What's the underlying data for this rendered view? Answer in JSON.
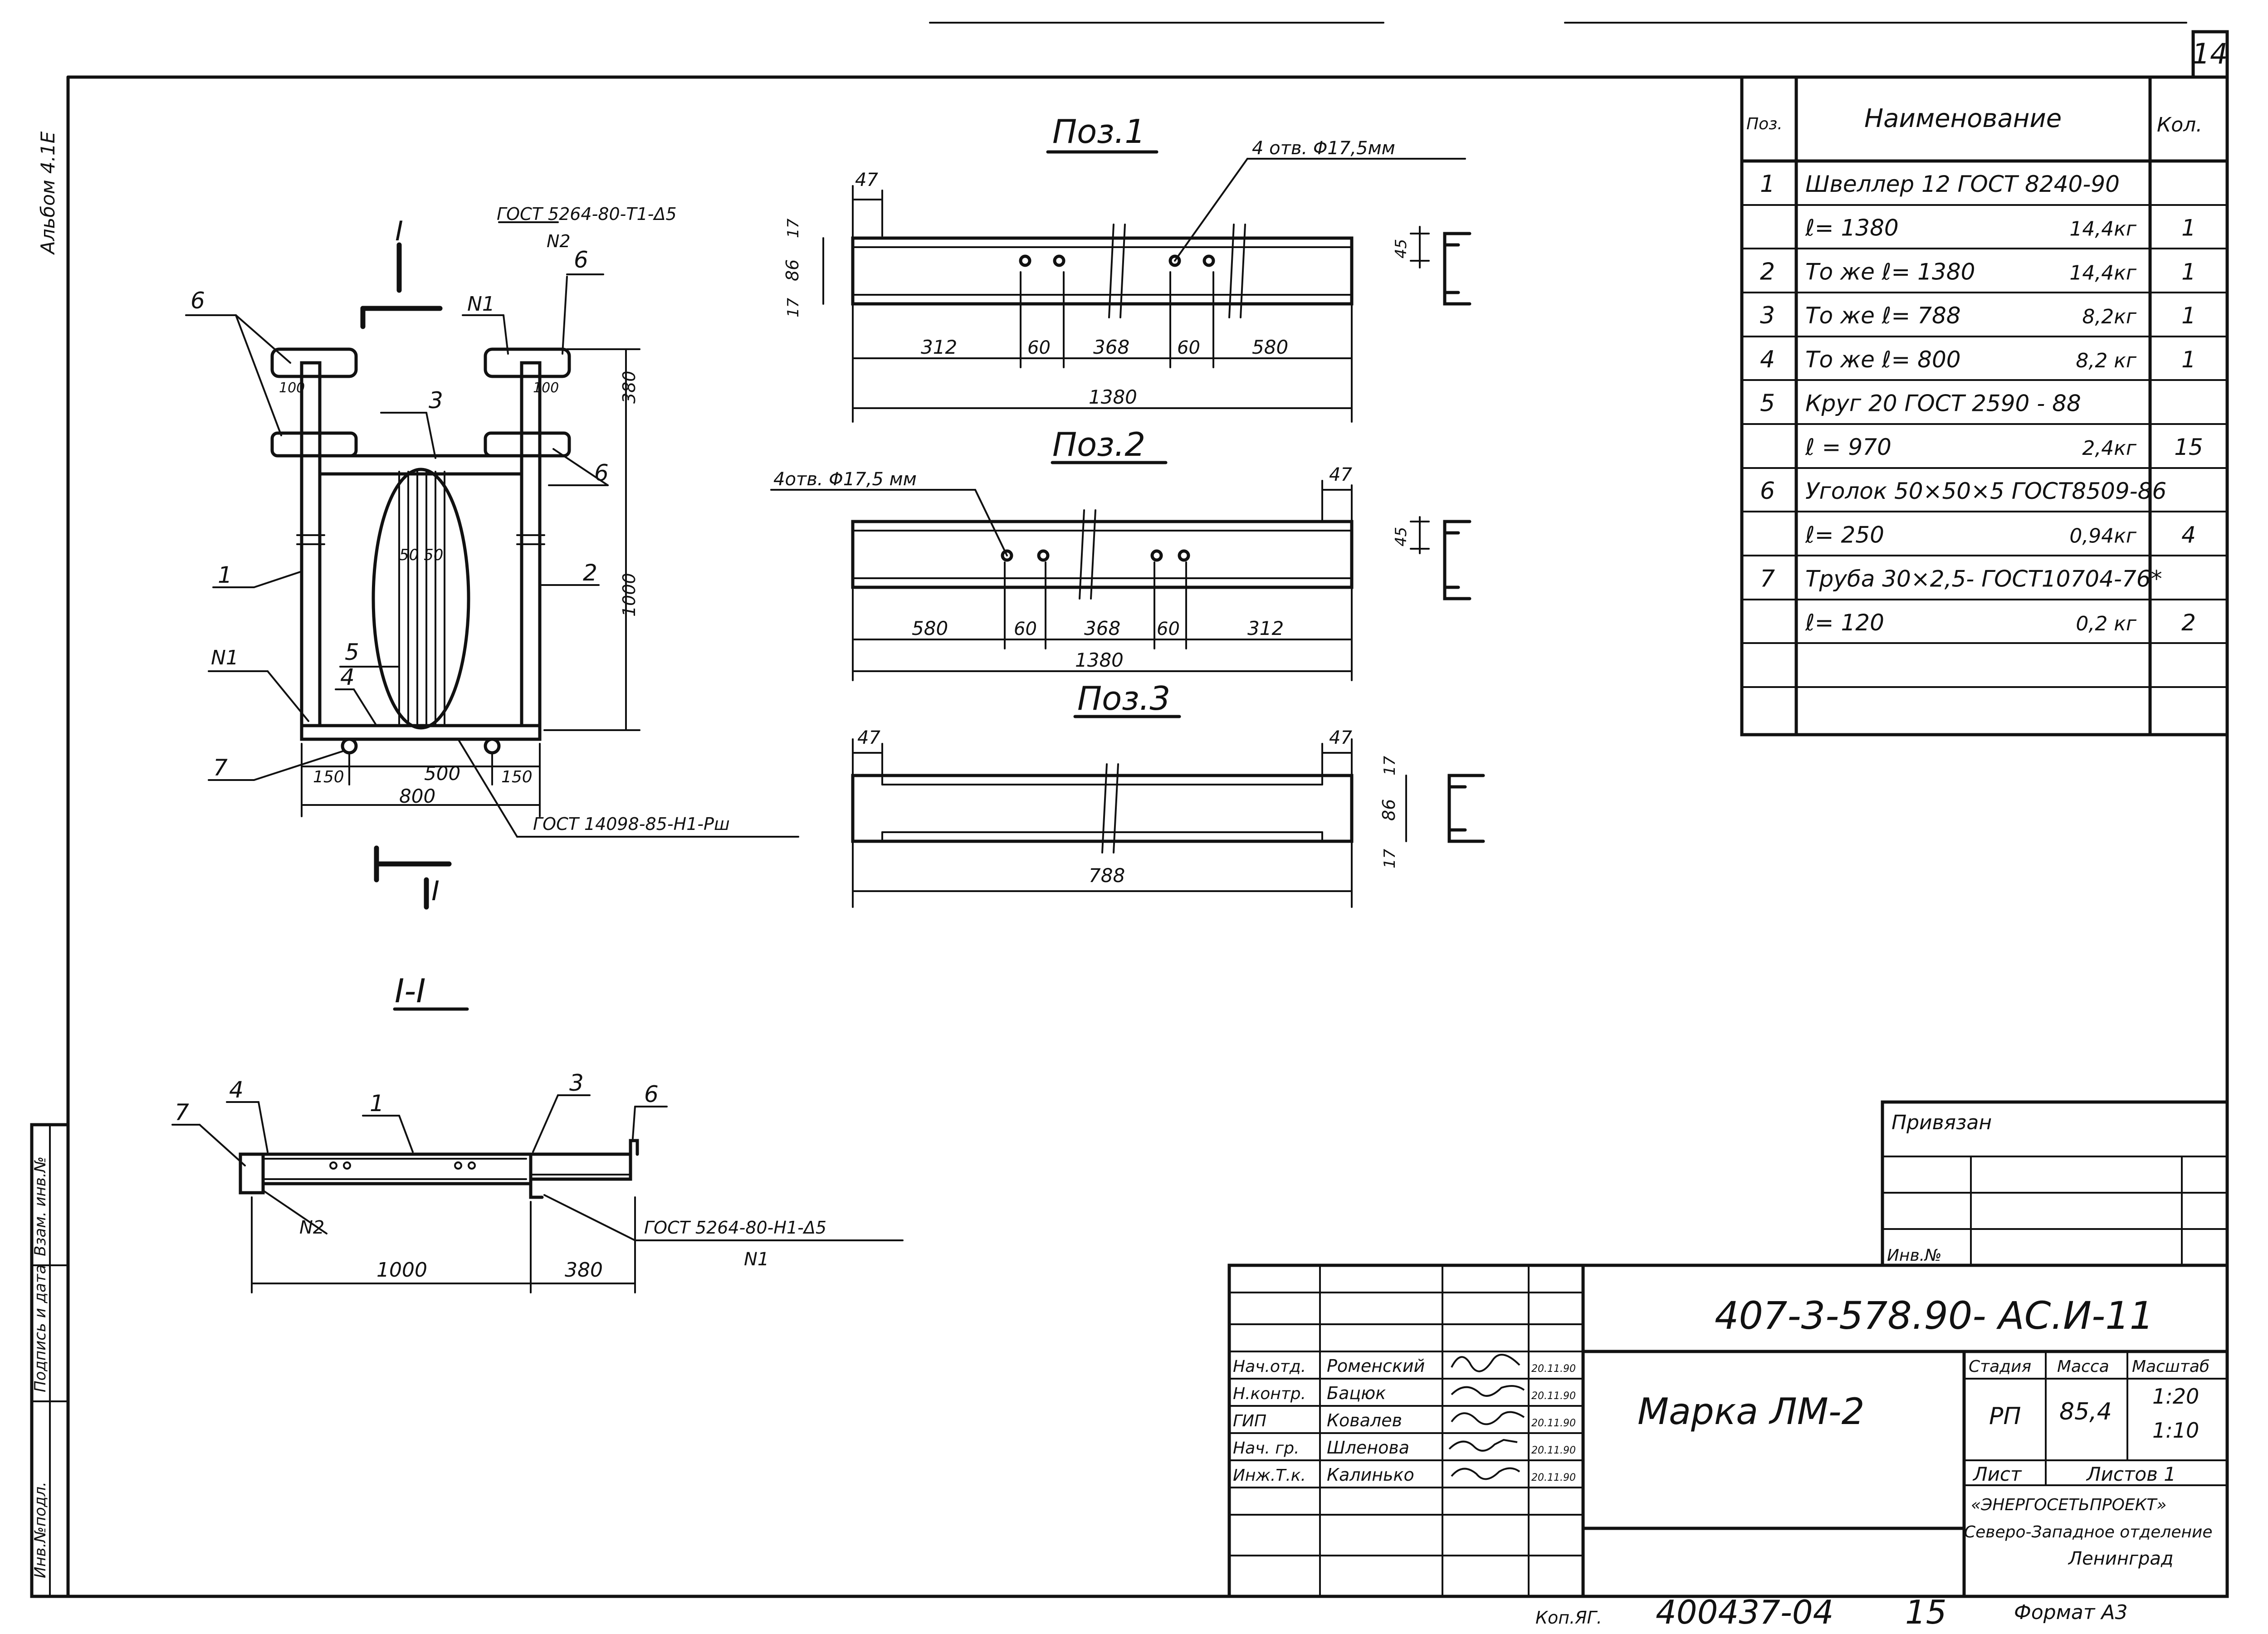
{
  "sheet": {
    "number": "14",
    "album": "Альбом 4.1Е",
    "side_stamp": {
      "inv_podl": "Инв.№подл.",
      "podpis": "Подпись и дата",
      "vzam": "Взам. инв.№"
    }
  },
  "views": {
    "pos1": {
      "title": "Поз.1",
      "holes": "4 отв. Φ17,5мм",
      "dims": {
        "d47": "47",
        "d17a": "17",
        "d86": "86",
        "d17b": "17",
        "d312": "312",
        "d60a": "60",
        "d368": "368",
        "d60b": "60",
        "d580": "580",
        "d1380": "1380",
        "d45": "45"
      }
    },
    "pos2": {
      "title": "Поз.2",
      "holes": "4отв. Φ17,5 мм",
      "dims": {
        "d47": "47",
        "d580": "580",
        "d60a": "60",
        "d368": "368",
        "d60b": "60",
        "d312": "312",
        "d1380": "1380",
        "d45": "45"
      }
    },
    "pos3": {
      "title": "Поз.3",
      "dims": {
        "d47a": "47",
        "d47b": "47",
        "d17a": "17",
        "d86": "86",
        "d17b": "17",
        "d788": "788"
      }
    },
    "front": {
      "section_mark": "I",
      "gost_top": "ГОСТ 5264-80-Т1-Δ5",
      "gost_top_n": "N2",
      "gost_bottom": "ГОСТ 14098-85-Н1-Рш",
      "n1a": "N1",
      "n1b": "N1",
      "pos_labels": {
        "p6a": "6",
        "p6b": "6",
        "p6c": "6",
        "p3": "3",
        "p1": "1",
        "p2": "2",
        "p5": "5",
        "p4": "4",
        "p7": "7"
      },
      "dims": {
        "d100a": "100",
        "d100b": "100",
        "d380": "380",
        "d1000": "1000",
        "d5050": "50 50",
        "d150a": "150",
        "d500": "500",
        "d150b": "150",
        "d800": "800"
      }
    },
    "section": {
      "title": "I-I",
      "gost": "ГОСТ 5264-80-Н1-Δ5",
      "gost_n": "N1",
      "n2": "N2",
      "pos_labels": {
        "p7": "7",
        "p4": "4",
        "p1": "1",
        "p3": "3",
        "p6": "6"
      },
      "dims": {
        "d1000": "1000",
        "d380": "380"
      }
    }
  },
  "spec": {
    "headers": {
      "pos": "Поз.",
      "name": "Наименование",
      "qty": "Кол."
    },
    "rows": [
      {
        "pos": "1",
        "name": "Швеллер 12 ГОСТ 8240-90",
        "mass": "",
        "qty": ""
      },
      {
        "pos": "",
        "name": "ℓ= 1380",
        "mass": "14,4кг",
        "qty": "1"
      },
      {
        "pos": "2",
        "name": "То же  ℓ= 1380",
        "mass": "14,4кг",
        "qty": "1"
      },
      {
        "pos": "3",
        "name": "То же  ℓ= 788",
        "mass": "8,2кг",
        "qty": "1"
      },
      {
        "pos": "4",
        "name": "То же  ℓ= 800",
        "mass": "8,2 кг",
        "qty": "1"
      },
      {
        "pos": "5",
        "name": "Круг 20 ГОСТ 2590 - 88",
        "mass": "",
        "qty": ""
      },
      {
        "pos": "",
        "name": "ℓ = 970",
        "mass": "2,4кг",
        "qty": "15"
      },
      {
        "pos": "6",
        "name": "Уголок 50×50×5 ГОСТ8509-86",
        "mass": "",
        "qty": ""
      },
      {
        "pos": "",
        "name": "ℓ= 250",
        "mass": "0,94кг",
        "qty": "4"
      },
      {
        "pos": "7",
        "name": "Труба 30×2,5- ГОСТ10704-76*",
        "mass": "",
        "qty": ""
      },
      {
        "pos": "",
        "name": "ℓ= 120",
        "mass": "0,2 кг",
        "qty": "2"
      },
      {
        "pos": "",
        "name": "",
        "mass": "",
        "qty": ""
      },
      {
        "pos": "",
        "name": "",
        "mass": "",
        "qty": ""
      }
    ]
  },
  "privyazan": {
    "label": "Привязан",
    "inv": "Инв.№"
  },
  "title_block": {
    "code": "407-3-578.90- АС.И-11",
    "name": "Марка ЛМ-2",
    "stadia_label": "Стадия",
    "massa_label": "Масса",
    "masshtab_label": "Масштаб",
    "stadia": "РП",
    "massa": "85,4",
    "masshtab1": "1:20",
    "masshtab2": "1:10",
    "list_label": "Лист",
    "listov_label": "Листов 1",
    "org1": "«ЭНЕРГОСЕТЬПРОЕКТ»",
    "org2": "Северо-Западное отделение",
    "org3": "Ленинград",
    "staff": [
      {
        "role": "Нач.отд.",
        "name": "Роменский",
        "date": "20.11.90"
      },
      {
        "role": "Н.контр.",
        "name": "Бацюк",
        "date": "20.11.90"
      },
      {
        "role": "ГИП",
        "name": "Ковалев",
        "date": "20.11.90"
      },
      {
        "role": "Нач. гр.",
        "name": "Шленова",
        "date": "20.11.90"
      },
      {
        "role": "Инж.Т.к.",
        "name": "Калинько",
        "date": "20.11.90"
      }
    ]
  },
  "footer": {
    "kop": "Коп.ЯГ.",
    "inv_number": "400437-04",
    "sheet_no": "15",
    "format": "Формат А3"
  }
}
